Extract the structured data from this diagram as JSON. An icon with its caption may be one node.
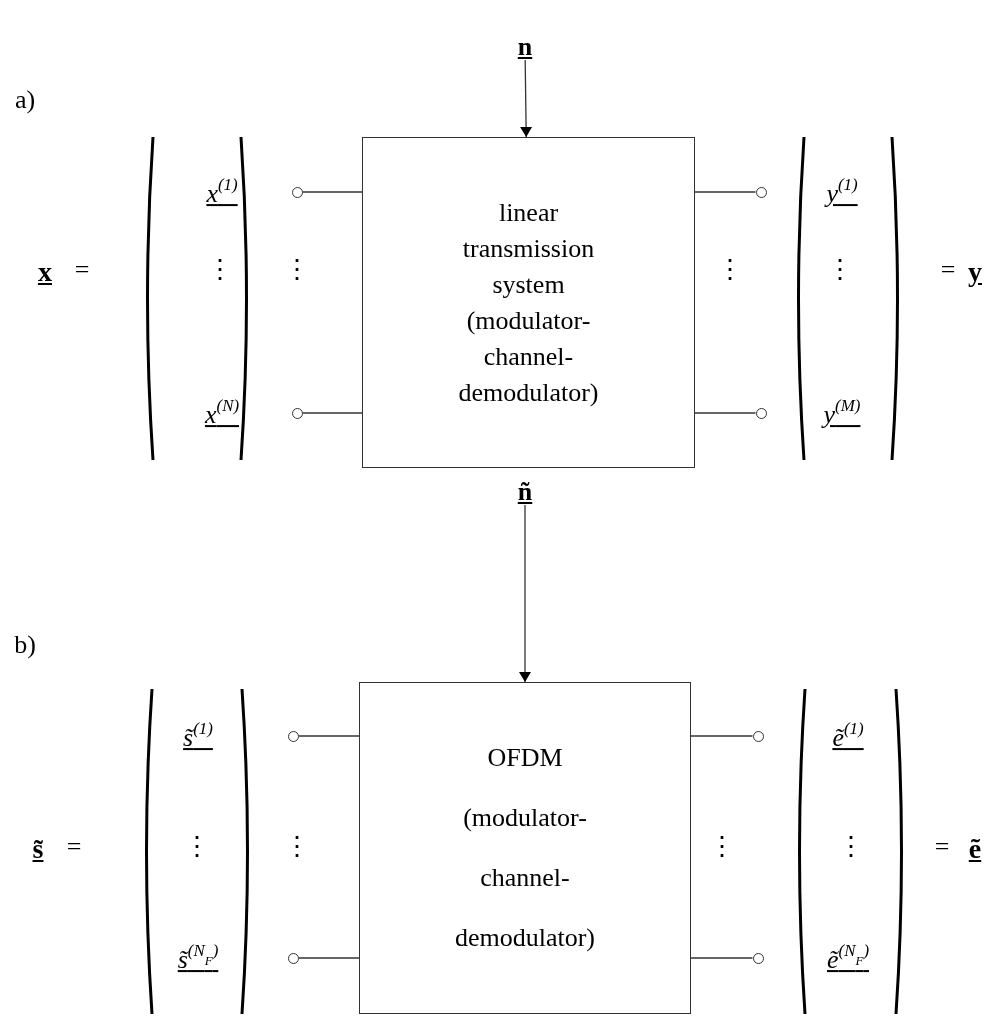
{
  "diagram": {
    "nodes": [
      {
        "text": [
          "n"
        ]
      },
      {
        "text": [
          "linear transmission system (modulator- channel- demodulator)"
        ]
      },
      {
        "text": [],
        "shape": "circle",
        "beside": [
          "x$^{(1)}$"
        ]
      },
      {
        "text": [],
        "shape": "circle",
        "beside": [
          "x$^{(N)}$"
        ]
      },
      {
        "text": [],
        "shape": "circle",
        "beside": [
          "y$^{(1)}$"
        ]
      },
      {
        "text": [],
        "shape": "circle",
        "beside": [
          "y$^{(M)}$"
        ]
      },
      {
        "text": [
          "ñ"
        ]
      },
      {
        "text": [
          "OFDM (modulator- channel- demodulator)"
        ]
      },
      {
        "text": [],
        "shape": "circle",
        "beside": [
          "s̃$^{(1)}$"
        ]
      },
      {
        "text": [],
        "shape": "circle",
        "beside": [
          "s̃$^{(N}$$_{F}$$^{)}$"
        ]
      },
      {
        "text": [],
        "shape": "circle",
        "beside": [
          "ẽ$^{(1)}$"
        ]
      },
      {
        "text": [],
        "shape": "circle",
        "beside": [
          "ẽ$^{(N}$$_{F}$$^{)}$"
        ]
      }
    ],
    "edges": [
      {
        "from": 0,
        "to": 1,
        "arrow": "to"
      },
      {
        "from": 2,
        "to": 1,
        "arrow": "none"
      },
      {
        "from": 3,
        "to": 1,
        "arrow": "none"
      },
      {
        "from": 1,
        "to": 4,
        "arrow": "none"
      },
      {
        "from": 1,
        "to": 5,
        "arrow": "none"
      },
      {
        "from": 6,
        "to": 7,
        "arrow": "to"
      },
      {
        "from": 8,
        "to": 7,
        "arrow": "none"
      },
      {
        "from": 9,
        "to": 7,
        "arrow": "none"
      },
      {
        "from": 7,
        "to": 10,
        "arrow": "none"
      },
      {
        "from": 7,
        "to": 11,
        "arrow": "none"
      }
    ],
    "labels": [
      "a)",
      "x",
      "=",
      "⋮",
      "⋮",
      "⋮",
      "⋮",
      "=",
      "y",
      "b)",
      "s̃",
      "=",
      "⋮",
      "⋮",
      "⋮",
      "⋮",
      "=",
      "ẽ"
    ]
  }
}
